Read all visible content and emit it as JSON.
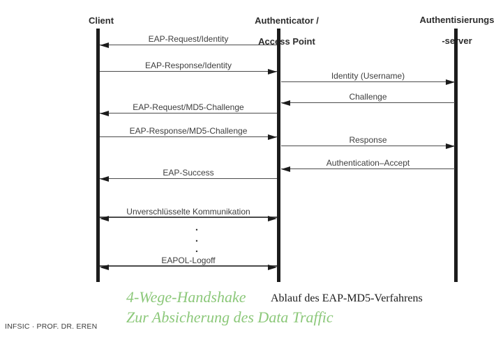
{
  "diagram": {
    "actors": [
      {
        "label": "Client"
      },
      {
        "label": "Authenticator /",
        "label2": "Access Point"
      },
      {
        "label": "Authentisierungs",
        "label2": "-server"
      }
    ],
    "messages": [
      {
        "label": "EAP-Request/Identity",
        "from": "Authenticator / Access Point",
        "to": "Client",
        "direction": "left"
      },
      {
        "label": "EAP-Response/Identity",
        "from": "Client",
        "to": "Authenticator / Access Point",
        "direction": "right"
      },
      {
        "label": "Identity (Username)",
        "from": "Authenticator / Access Point",
        "to": "Authentisierungs-server",
        "direction": "right"
      },
      {
        "label": "Challenge",
        "from": "Authentisierungs-server",
        "to": "Authenticator / Access Point",
        "direction": "left"
      },
      {
        "label": "EAP-Request/MD5-Challenge",
        "from": "Authenticator / Access Point",
        "to": "Client",
        "direction": "left"
      },
      {
        "label": "EAP-Response/MD5-Challenge",
        "from": "Client",
        "to": "Authenticator / Access Point",
        "direction": "right"
      },
      {
        "label": "Response",
        "from": "Authenticator / Access Point",
        "to": "Authentisierungs-server",
        "direction": "right"
      },
      {
        "label": "Authentication–Accept",
        "from": "Authentisierungs-server",
        "to": "Authenticator / Access Point",
        "direction": "left"
      },
      {
        "label": "EAP-Success",
        "from": "Authenticator / Access Point",
        "to": "Client",
        "direction": "left"
      },
      {
        "label": "Unverschlüsselte Kommunikation",
        "from": "Client",
        "to": "Authenticator / Access Point",
        "direction": "both"
      },
      {
        "label": "EAPOL-Logoff",
        "from": "Client",
        "to": "Authenticator / Access Point",
        "direction": "both"
      }
    ],
    "ellipsis": [
      ".",
      ".",
      "."
    ]
  },
  "captions": {
    "highlight_line1": "4-Wege-Handshake",
    "highlight_line2": "Zur Absicherung des Data Traffic",
    "figure_caption": "Ablauf des EAP-MD5-Verfahrens"
  },
  "footer": {
    "text": "INFSIC · PROF. DR. EREN"
  },
  "colors": {
    "highlight_green": "#8cc87a",
    "line": "#4a4a4a",
    "lifeline": "#1c1c1c"
  }
}
